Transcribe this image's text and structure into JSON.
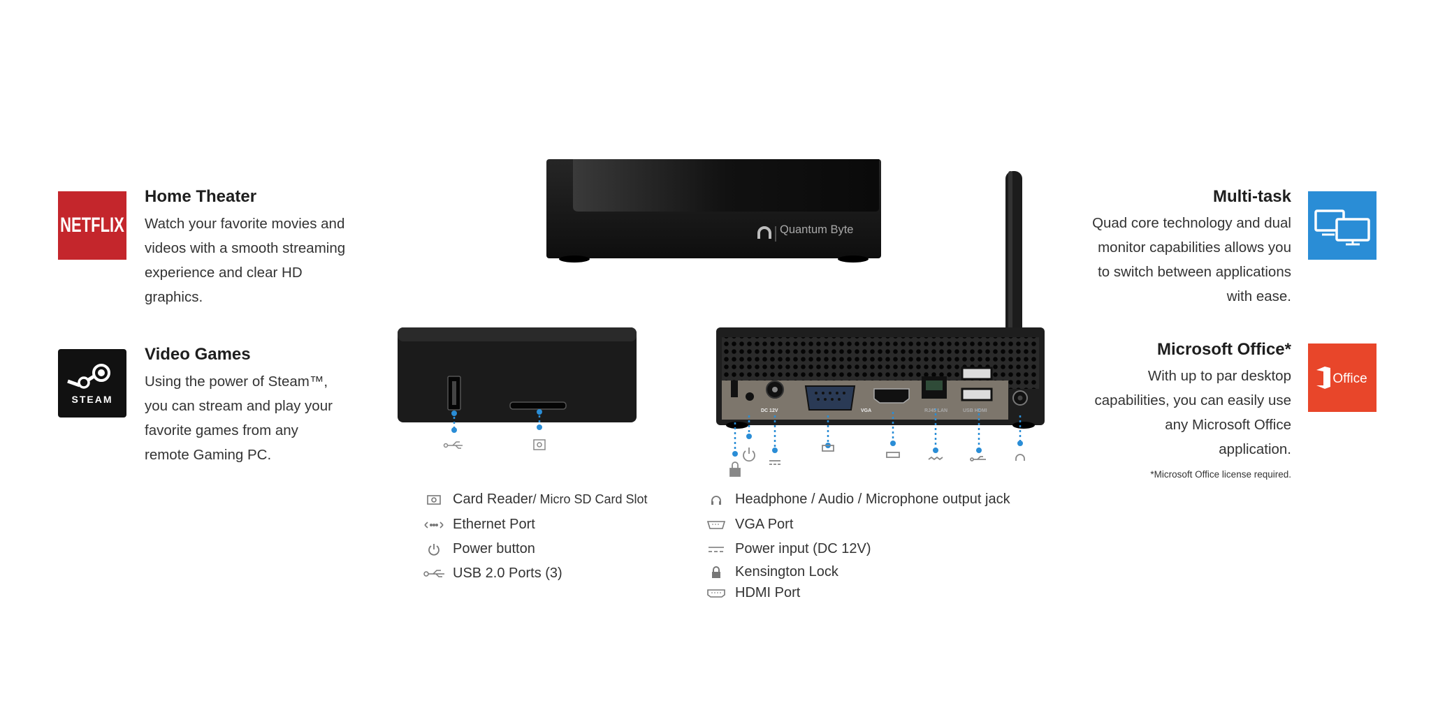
{
  "features": {
    "home_theater": {
      "title": "Home Theater",
      "lines": [
        "Watch your favorite movies and",
        "videos with a smooth streaming",
        "experience and clear HD",
        "graphics."
      ],
      "logo_text": "NETFLIX",
      "logo_color": "#c4262c"
    },
    "video_games": {
      "title": "Video Games",
      "lines": [
        "Using the power of Steam™,",
        "you can stream and play your",
        "favorite games from any",
        "remote Gaming PC."
      ],
      "logo_text": "STEAM",
      "logo_color": "#111111"
    },
    "multi_task": {
      "title": "Multi-task",
      "lines": [
        "Quad core technology and dual",
        "monitor capabilities allows you",
        "to switch between applications",
        "with ease."
      ],
      "logo_icon": "dual-monitor-icon",
      "logo_color": "#2a8dd6"
    },
    "office": {
      "title": "Microsoft Office*",
      "lines": [
        "With up to par desktop",
        "capabilities, you can easily use",
        "any Microsoft Office",
        "application."
      ],
      "logo_text": "Office",
      "logo_color": "#e8462a",
      "footnote": "*Microsoft Office license required."
    }
  },
  "device": {
    "brand": "Quantum Byte",
    "rear_labels": {
      "dc": "DC 12V",
      "vga": "VGA",
      "lan": "RJ45 LAN",
      "usb_hdmi": "USB HDMI"
    }
  },
  "legend_left": [
    {
      "icon": "card-reader-icon",
      "label": "Card Reader",
      "suffix": " / Micro SD Card Slot"
    },
    {
      "icon": "ethernet-icon",
      "label": "Ethernet Port",
      "suffix": ""
    },
    {
      "icon": "power-icon",
      "label": "Power button",
      "suffix": ""
    },
    {
      "icon": "usb-icon",
      "label": "USB 2.0 Ports (3)",
      "suffix": ""
    }
  ],
  "legend_right": [
    {
      "icon": "headphone-icon",
      "label": "Headphone / Audio / Microphone output jack"
    },
    {
      "icon": "vga-icon",
      "label": "VGA Port"
    },
    {
      "icon": "dc-power-icon",
      "label": "Power input (DC 12V)"
    },
    {
      "icon": "lock-icon",
      "label": "Kensington Lock"
    },
    {
      "icon": "hdmi-icon",
      "label": "HDMI Port"
    }
  ],
  "colors": {
    "accent_blue": "#2a8dd6",
    "device_black": "#1a1a1a",
    "legend_icon": "#777777"
  }
}
